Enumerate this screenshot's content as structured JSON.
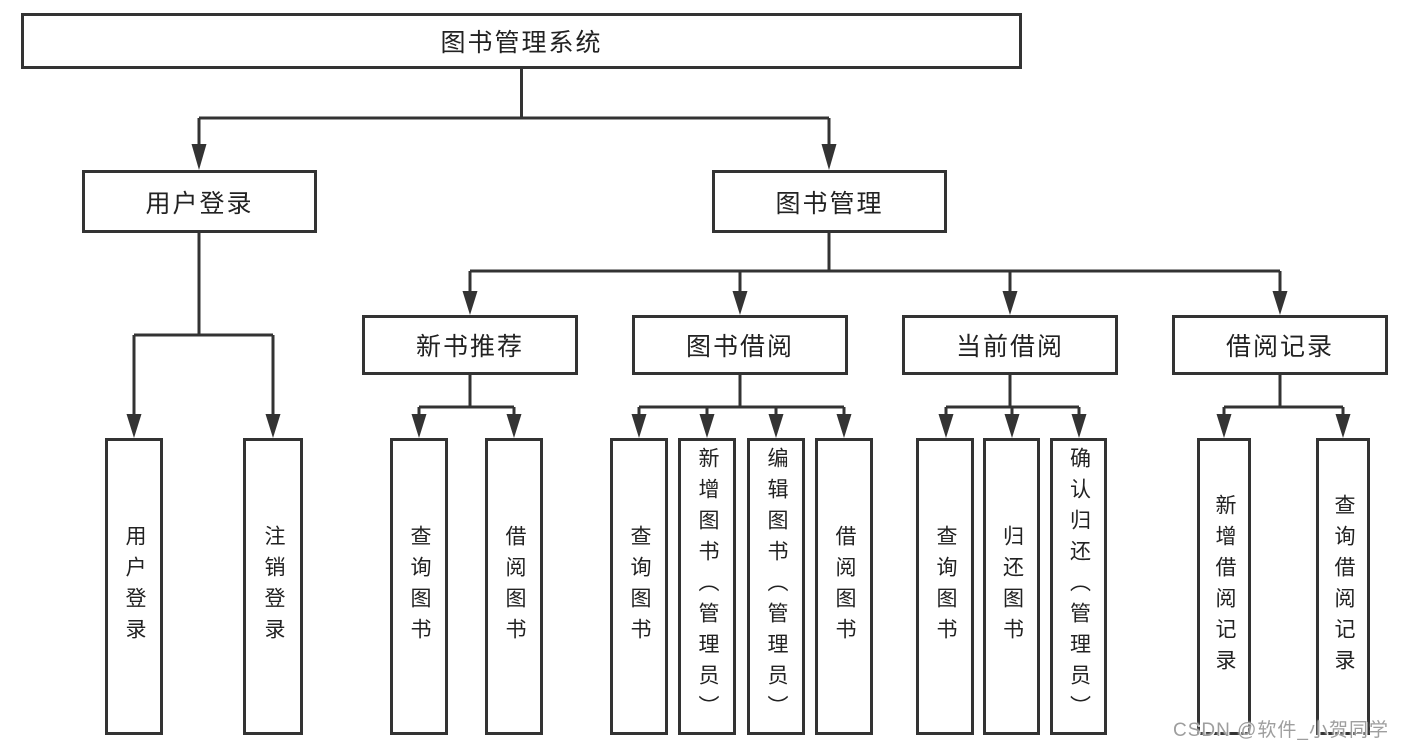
{
  "page": {
    "background": "#ffffff",
    "line_color": "#333333",
    "box_border_color": "#333333",
    "text_color": "#222222"
  },
  "diagram": {
    "root": {
      "label": "图书管理系统"
    },
    "level2": [
      {
        "label": "用户登录"
      },
      {
        "label": "图书管理"
      }
    ],
    "level3": [
      {
        "label": "新书推荐"
      },
      {
        "label": "图书借阅"
      },
      {
        "label": "当前借阅"
      },
      {
        "label": "借阅记录"
      }
    ],
    "leaves": {
      "user_login": [
        "用户登录",
        "注销登录"
      ],
      "new_book_recommend": [
        "查询图书",
        "借阅图书"
      ],
      "book_borrow": [
        "查询图书",
        "新增图书（管理员）",
        "编辑图书（管理员）",
        "借阅图书"
      ],
      "current_borrow": [
        "查询图书",
        "归还图书",
        "确认归还（管理员）"
      ],
      "borrow_records": [
        "新增借阅记录",
        "查询借阅记录"
      ]
    }
  },
  "watermark": {
    "text": "CSDN @软件_小贺同学",
    "color": "#9e9e9e"
  }
}
